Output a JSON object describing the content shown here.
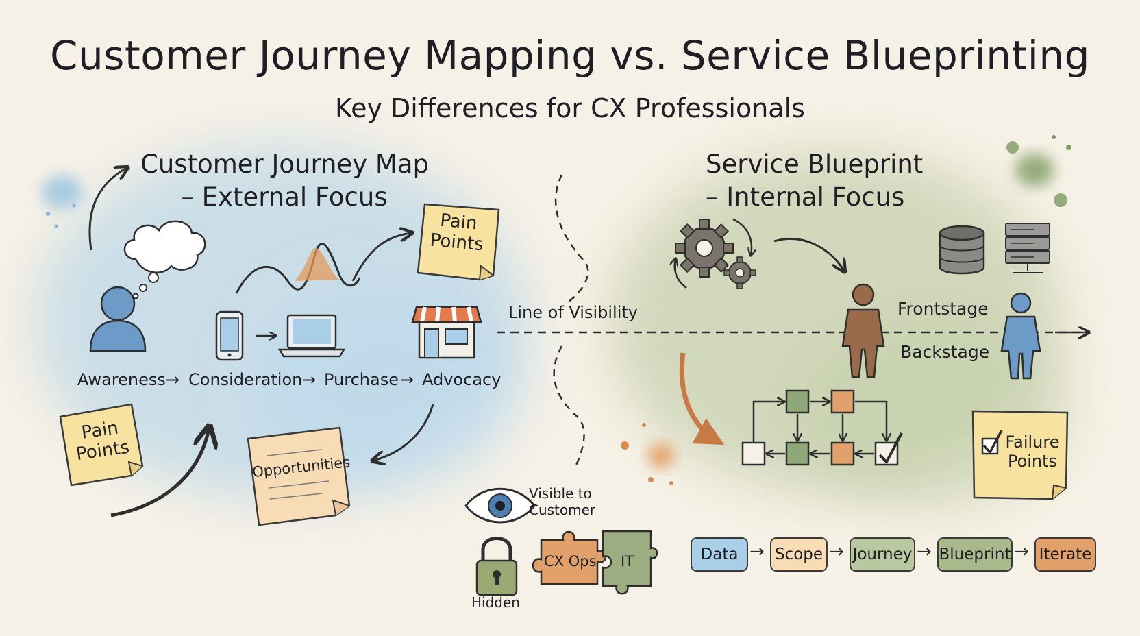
{
  "title": "Customer Journey Mapping vs. Service Blueprinting",
  "subtitle": "Key Differences for CX Professionals",
  "journey": {
    "heading_line1": "Customer Journey Map",
    "heading_line2": "– External Focus",
    "stages": [
      "Awareness",
      "Consideration",
      "Purchase",
      "Advocacy"
    ],
    "stage_arrow": "→",
    "pain_points_top": "Pain Points",
    "pain_points_left": "Pain Points",
    "opportunities": "Opportunities"
  },
  "line_of_visibility": "Line of Visibility",
  "blueprint": {
    "heading_line1": "Service Blueprint",
    "heading_line2": "– Internal Focus",
    "frontstage": "Frontstage",
    "backstage": "Backstage",
    "failure_points": "Failure Points"
  },
  "legend": {
    "visible": "Visible to Customer",
    "hidden": "Hidden",
    "puzzle_left": "CX Ops",
    "puzzle_right": "IT"
  },
  "process": {
    "steps": [
      "Data",
      "Scope",
      "Journey",
      "Blueprint",
      "Iterate"
    ],
    "arrow": "→"
  },
  "colors": {
    "blue_wash": "#a9cfe8",
    "green_wash": "#b9c8a0",
    "orange": "#e39a5e",
    "sticky_yellow": "#f7e2a0",
    "sticky_peach": "#f7dcb6",
    "green_box": "#8fa877",
    "orange_box": "#e2a06a",
    "person_blue": "#6c9bc8",
    "person_brown": "#9a6b4a"
  },
  "icons": [
    "thought-cloud-icon",
    "person-icon",
    "smartphone-icon",
    "laptop-icon",
    "storefront-icon",
    "gears-icon",
    "database-icon",
    "server-icon",
    "eye-icon",
    "lock-icon",
    "puzzle-icon",
    "checkbox-icon"
  ]
}
